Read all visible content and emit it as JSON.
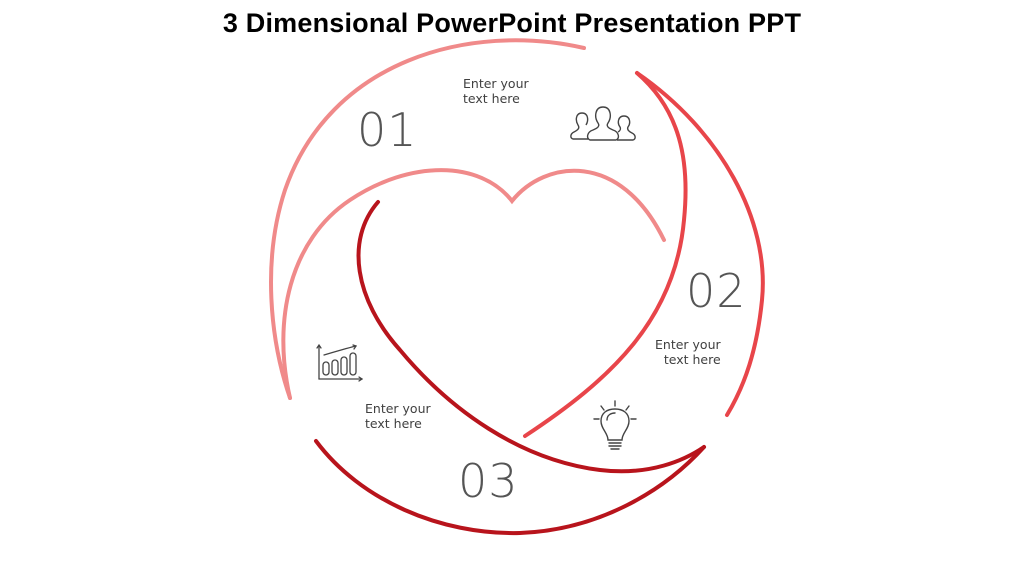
{
  "slide": {
    "title": "3 Dimensional PowerPoint Presentation PPT"
  },
  "colors": {
    "segment_1": "#F08A8A",
    "segment_2": "#E8454A",
    "segment_3": "#B8141C",
    "text_gray": "#555555",
    "icon_gray": "#444444"
  },
  "segments": [
    {
      "number": "01",
      "text_line1": "Enter your",
      "text_line2": "text here",
      "icon": "people-group-icon"
    },
    {
      "number": "02",
      "text_line1": "Enter your",
      "text_line2": "text here",
      "icon": "lightbulb-icon"
    },
    {
      "number": "03",
      "text_line1": "Enter your",
      "text_line2": "text here",
      "icon": "bar-chart-growth-icon"
    }
  ]
}
